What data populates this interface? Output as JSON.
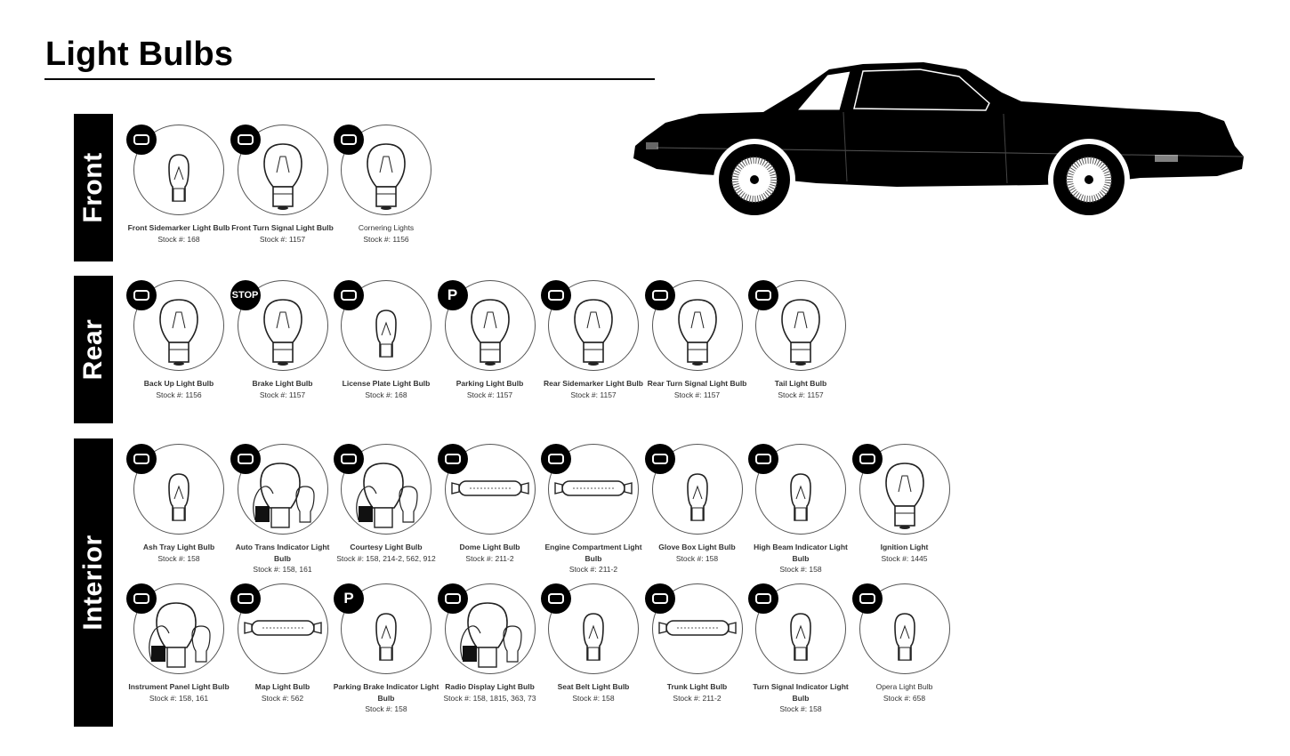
{
  "title": "Light Bulbs",
  "sections": {
    "front": {
      "label": "Front",
      "items": [
        {
          "name": "Front Sidemarker Light Bulb",
          "stock": "Stock #: 168",
          "icon": "sidemarker-icon"
        },
        {
          "name": "Front Turn Signal Light Bulb",
          "stock": "Stock #: 1157",
          "icon": "turn-arrow-icon"
        },
        {
          "name": "Cornering Lights",
          "stock": "Stock #: 1156",
          "icon": "cornering-lamp-icon"
        }
      ]
    },
    "rear": {
      "label": "Rear",
      "items": [
        {
          "name": "Back Up Light Bulb",
          "stock": "Stock #: 1156",
          "icon": "reverse-light-icon"
        },
        {
          "name": "Brake Light Bulb",
          "stock": "Stock #: 1157",
          "icon": "stop-icon",
          "badge_text": "STOP"
        },
        {
          "name": "License Plate Light Bulb",
          "stock": "Stock #: 168",
          "icon": "license-plate-icon"
        },
        {
          "name": "Parking Light Bulb",
          "stock": "Stock #: 1157",
          "icon": "parking-p-icon",
          "badge_text": "P"
        },
        {
          "name": "Rear Sidemarker Light Bulb",
          "stock": "Stock #: 1157",
          "icon": "rear-sidemarker-icon"
        },
        {
          "name": "Rear Turn Signal Light Bulb",
          "stock": "Stock #: 1157",
          "icon": "right-arrow-icon"
        },
        {
          "name": "Tail Light Bulb",
          "stock": "Stock #: 1157",
          "icon": "tail-light-icon"
        }
      ]
    },
    "interior": {
      "label": "Interior",
      "row1": [
        {
          "name": "Ash Tray Light Bulb",
          "stock": "Stock #: 158",
          "icon": "ash-tray-icon"
        },
        {
          "name": "Auto Trans Indicator Light Bulb",
          "stock": "Stock #: 158, 161",
          "icon": "gear-shift-icon"
        },
        {
          "name": "Courtesy Light Bulb",
          "stock": "Stock #: 158, 214-2, 562, 912",
          "icon": "courtesy-light-icon"
        },
        {
          "name": "Dome Light Bulb",
          "stock": "Stock #: 211-2",
          "icon": "dome-light-icon"
        },
        {
          "name": "Engine Compartment Light Bulb",
          "stock": "Stock #: 211-2",
          "icon": "engine-hood-icon"
        },
        {
          "name": "Glove Box Light Bulb",
          "stock": "Stock #: 158",
          "icon": "glove-box-icon"
        },
        {
          "name": "High Beam Indicator Light Bulb",
          "stock": "Stock #: 158",
          "icon": "high-beam-icon"
        },
        {
          "name": "Ignition Light",
          "stock": "Stock #: 1445",
          "icon": "ignition-key-icon"
        }
      ],
      "row2": [
        {
          "name": "Instrument Panel Light Bulb",
          "stock": "Stock #: 158, 161",
          "icon": "instrument-panel-icon"
        },
        {
          "name": "Map Light Bulb",
          "stock": "Stock #: 562",
          "icon": "map-light-icon"
        },
        {
          "name": "Parking Brake Indicator Light Bulb",
          "stock": "Stock #: 158",
          "icon": "parking-brake-icon",
          "badge_text": "P"
        },
        {
          "name": "Radio Display Light Bulb",
          "stock": "Stock #: 158, 1815, 363, 73",
          "icon": "radio-display-icon"
        },
        {
          "name": "Seat Belt Light Bulb",
          "stock": "Stock #: 158",
          "icon": "seat-belt-icon"
        },
        {
          "name": "Trunk Light Bulb",
          "stock": "Stock #: 211-2",
          "icon": "trunk-icon"
        },
        {
          "name": "Turn Signal Indicator Light Bulb",
          "stock": "Stock #: 158",
          "icon": "turn-indicator-icon"
        },
        {
          "name": "Opera Light Bulb",
          "stock": "Stock #: 658",
          "icon": "opera-light-icon"
        }
      ]
    }
  }
}
